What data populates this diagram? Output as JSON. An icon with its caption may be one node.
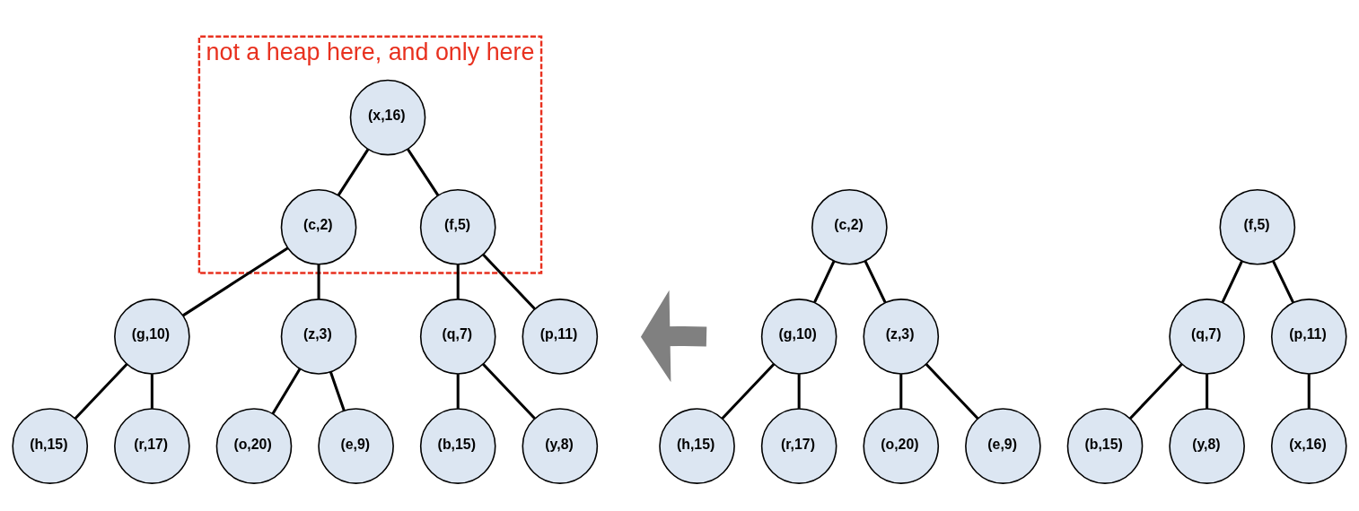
{
  "diagram": {
    "nodes": [
      {
        "text": [
          "not a heap here, and only here"
        ]
      },
      {
        "text": [
          "(x,16)"
        ],
        "in": 0
      },
      {
        "text": [
          "(c,2)"
        ],
        "in": 0
      },
      {
        "text": [
          "(f,5)"
        ],
        "in": 0
      },
      {
        "text": [
          "(g,10)"
        ]
      },
      {
        "text": [
          "(z,3)"
        ]
      },
      {
        "text": [
          "(q,7)"
        ]
      },
      {
        "text": [
          "(p,11)"
        ]
      },
      {
        "text": [
          "(h,15)"
        ]
      },
      {
        "text": [
          "(r,17)"
        ]
      },
      {
        "text": [
          "(o,20)"
        ]
      },
      {
        "text": [
          "(e,9)"
        ]
      },
      {
        "text": [
          "(b,15)"
        ]
      },
      {
        "text": [
          "(y,8)"
        ]
      },
      {
        "text": [
          "(c,2)"
        ]
      },
      {
        "text": [
          "(f,5)"
        ]
      },
      {
        "text": [
          "(g,10)"
        ]
      },
      {
        "text": [
          "(z,3)"
        ]
      },
      {
        "text": [
          "(q,7)"
        ]
      },
      {
        "text": [
          "(p,11)"
        ]
      },
      {
        "text": [
          "(h,15)"
        ]
      },
      {
        "text": [
          "(r,17)"
        ]
      },
      {
        "text": [
          "(o,20)"
        ]
      },
      {
        "text": [
          "(e,9)"
        ]
      },
      {
        "text": [
          "(b,15)"
        ]
      },
      {
        "text": [
          "(y,8)"
        ]
      },
      {
        "text": [
          "(x,16)"
        ]
      }
    ],
    "edges": [
      {
        "from": 1,
        "to": 2,
        "arrow": "none"
      },
      {
        "from": 1,
        "to": 3,
        "arrow": "none"
      },
      {
        "from": 2,
        "to": 4,
        "arrow": "none"
      },
      {
        "from": 2,
        "to": 5,
        "arrow": "none"
      },
      {
        "from": 3,
        "to": 6,
        "arrow": "none"
      },
      {
        "from": 3,
        "to": 7,
        "arrow": "none"
      },
      {
        "from": 4,
        "to": 8,
        "arrow": "none"
      },
      {
        "from": 4,
        "to": 9,
        "arrow": "none"
      },
      {
        "from": 5,
        "to": 10,
        "arrow": "none"
      },
      {
        "from": 5,
        "to": 11,
        "arrow": "none"
      },
      {
        "from": 6,
        "to": 12,
        "arrow": "none"
      },
      {
        "from": 6,
        "to": 13,
        "arrow": "none"
      },
      {
        "from": 14,
        "to": 16,
        "arrow": "none"
      },
      {
        "from": 14,
        "to": 17,
        "arrow": "none"
      },
      {
        "from": 15,
        "to": 18,
        "arrow": "none"
      },
      {
        "from": 15,
        "to": 19,
        "arrow": "none"
      },
      {
        "from": 16,
        "to": 20,
        "arrow": "none"
      },
      {
        "from": 16,
        "to": 21,
        "arrow": "none"
      },
      {
        "from": 17,
        "to": 22,
        "arrow": "none"
      },
      {
        "from": 17,
        "to": 23,
        "arrow": "none"
      },
      {
        "from": 18,
        "to": 24,
        "arrow": "none"
      },
      {
        "from": 18,
        "to": 25,
        "arrow": "none"
      },
      {
        "from": 19,
        "to": 26,
        "arrow": "none"
      }
    ]
  }
}
